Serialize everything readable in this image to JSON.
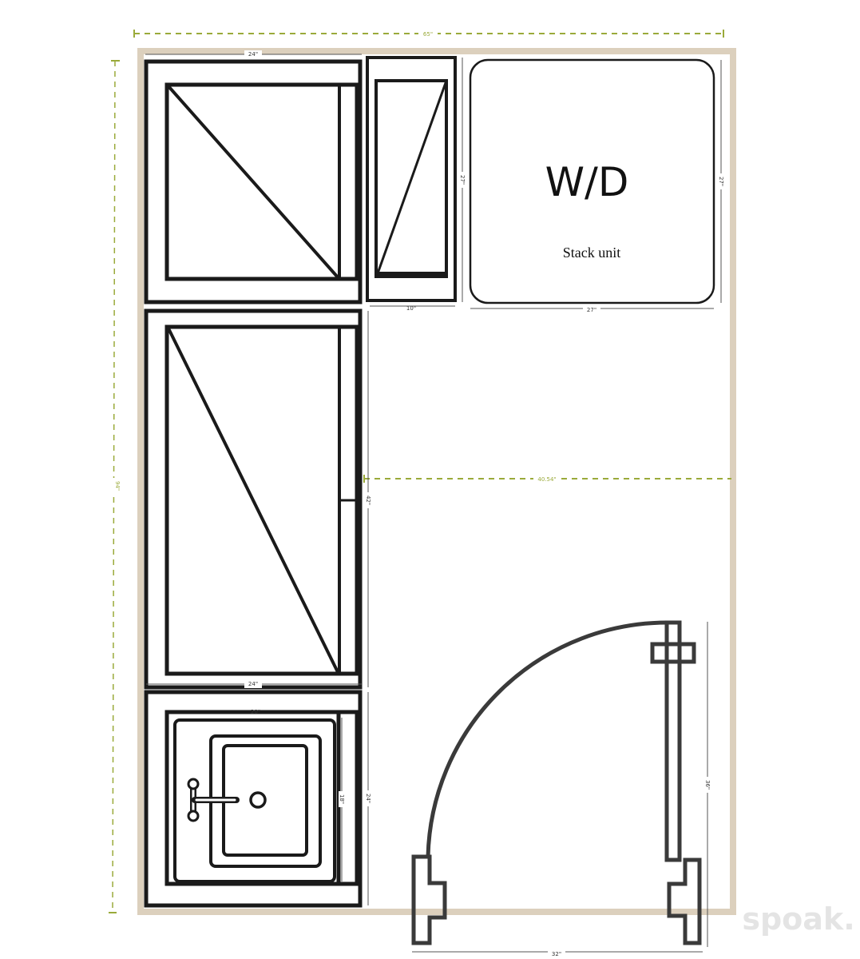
{
  "plan": {
    "overall_width": "65\"",
    "overall_height": "94\"",
    "upper_cabinet_width": "24\"",
    "tall_cabinet_width": "24\"",
    "narrow_cabinet_width": "10\"",
    "narrow_cabinet_depth": "27\"",
    "washer_dryer_label": "W/D",
    "washer_dryer_sublabel": "Stack unit",
    "washer_dryer_width": "27\"",
    "washer_dryer_depth": "27\"",
    "clearance": "40.54\"",
    "tall_cabinet_height": "42\"",
    "vanity_top_label": "20\"",
    "vanity_depth": "24\"",
    "sink_depth": "18\"",
    "door_height": "36\"",
    "door_width": "32\""
  },
  "colors": {
    "wall": "#dcd0bd",
    "lines": "#1a1a1a",
    "guide": "#9aaa3a",
    "door": "#3a3a3a"
  },
  "watermark": "spoak."
}
